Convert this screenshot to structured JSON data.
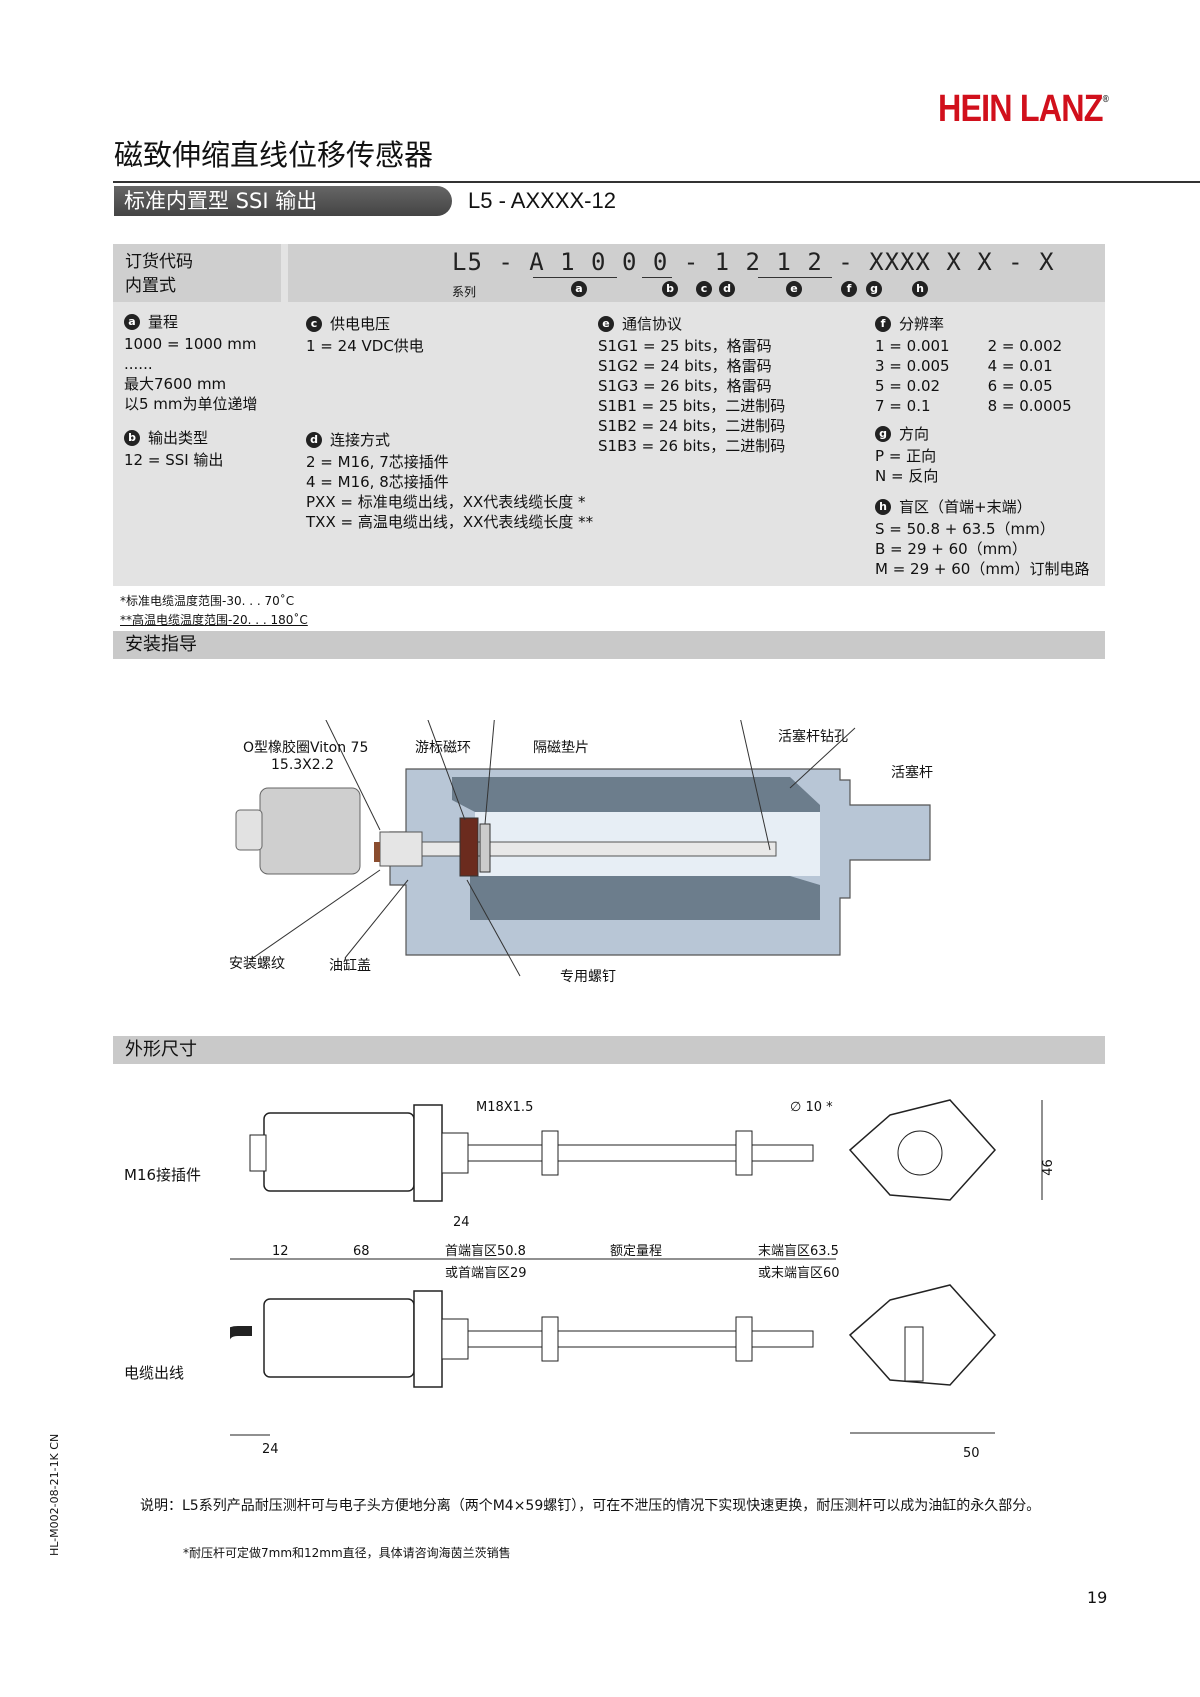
{
  "brand": "HEIN LANZ",
  "brand_mark": "®",
  "title": "磁致伸缩直线位移传感器",
  "banner": "标准内置型 SSI 输出",
  "model": "L5 - AXXXX-12",
  "order": {
    "label_line1": "订货代码",
    "label_line2": "内置式",
    "code": "L5 - A 1 0 0 0 - 1 2 1 2 - XXXX X X - X",
    "series_label": "系列",
    "badges": [
      "a",
      "b",
      "c",
      "d",
      "e",
      "f",
      "g",
      "h"
    ]
  },
  "specs": {
    "a": {
      "badge": "a",
      "title": "量程",
      "lines": [
        "1000 =  1000 mm",
        "......",
        "最大7600 mm",
        "以5 mm为单位递增"
      ]
    },
    "b": {
      "badge": "b",
      "title": "输出类型",
      "lines": [
        "12 =  SSI 输出"
      ]
    },
    "c": {
      "badge": "c",
      "title": "供电电压",
      "lines": [
        "1 = 24 VDC供电"
      ]
    },
    "d": {
      "badge": "d",
      "title": "连接方式",
      "lines": [
        "2 = M16, 7芯接插件",
        "4 = M16, 8芯接插件",
        "PXX = 标准电缆出线，XX代表线缆长度 *",
        "TXX = 高温电缆出线，XX代表线缆长度 **"
      ]
    },
    "e": {
      "badge": "e",
      "title": "通信协议",
      "lines": [
        "S1G1 =  25 bits，格雷码",
        "S1G2 =  24 bits，格雷码",
        "S1G3 =  26 bits，格雷码",
        "S1B1 =  25 bits，二进制码",
        "S1B2 =  24 bits，二进制码",
        "S1B3 =  26 bits，二进制码"
      ]
    },
    "f": {
      "badge": "f",
      "title": "分辨率",
      "left": [
        "1 =  0.001",
        "3 =  0.005",
        "5 =  0.02",
        "7 =  0.1"
      ],
      "right": [
        "2 = 0.002",
        "4 = 0.01",
        "6 = 0.05",
        "8 = 0.0005"
      ]
    },
    "g": {
      "badge": "g",
      "title": "方向",
      "lines": [
        "P =  正向",
        "N =  反向"
      ]
    },
    "h": {
      "badge": "h",
      "title": "盲区（首端+末端）",
      "lines": [
        "S =  50.8 + 63.5（mm）",
        "B =  29 + 60（mm）",
        "M =  29 + 60（mm）订制电路"
      ]
    }
  },
  "notes": [
    "*标准电缆温度范围-30. . . 70˚C",
    "**高温电缆温度范围-20. . . 180˚C"
  ],
  "install": {
    "section": "安装指导",
    "labels": {
      "oring": "O型橡胶圈Viton 75",
      "oring_size": "15.3X2.2",
      "magnet": "游标磁环",
      "spacer": "隔磁垫片",
      "bore": "活塞杆钻孔",
      "rod": "活塞杆",
      "thread": "安装螺纹",
      "cap": "油缸盖",
      "screw": "专用螺钉"
    }
  },
  "dims": {
    "section": "外形尺寸",
    "m16": "M16接插件",
    "cable": "电缆出线",
    "thread": "M18X1.5",
    "dia": "∅ 10 *",
    "d12": "12",
    "d68": "68",
    "d24a": "24",
    "head_zone": "首端盲区50.8",
    "head_zone_alt": "或首端盲区29",
    "stroke": "额定量程",
    "tail_zone": "末端盲区63.5",
    "tail_zone_alt": "或末端盲区60",
    "d46": "46",
    "d24b": "24",
    "d50": "50"
  },
  "footnote1": "说明：L5系列产品耐压测杆可与电子头方便地分离（两个M4×59螺钉），可在不泄压的情况下实现快速更换，耐压测杆可以成为油缸的永久部分。",
  "footnote2": "*耐压杆可定做7mm和12mm直径，具体请咨询海茵兰茨销售",
  "doc_id": "HL-M002-08-21-1K CN",
  "page_no": "19"
}
